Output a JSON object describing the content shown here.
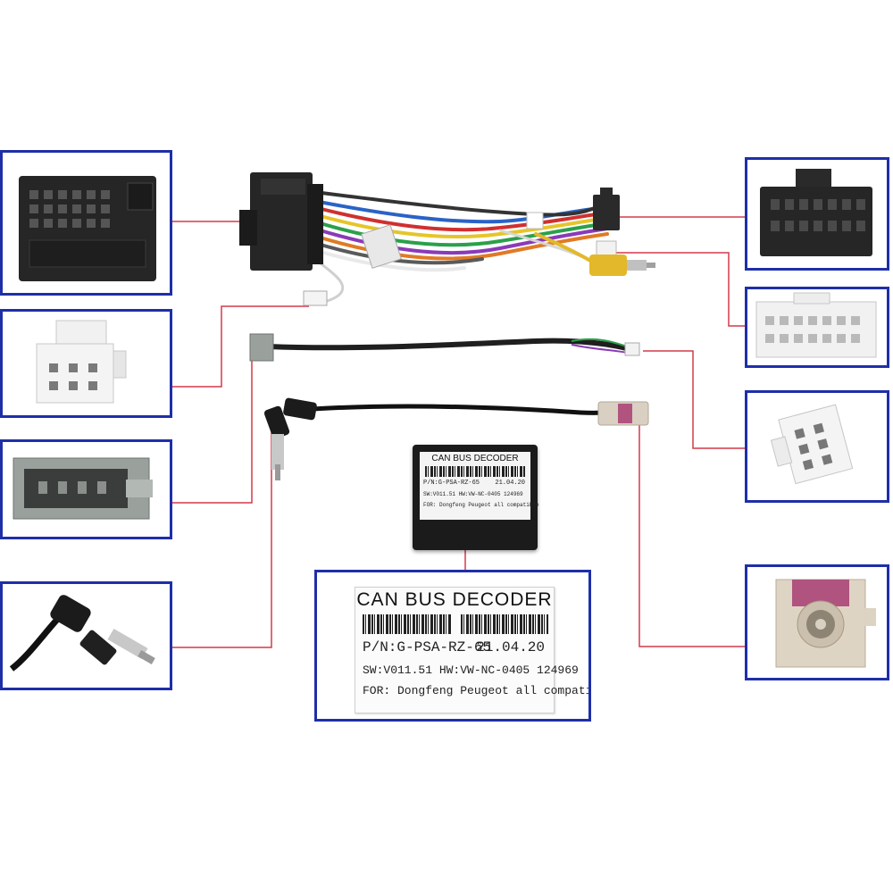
{
  "decoder_small": {
    "title": "CAN BUS DECODER",
    "pn": "P/N:G-PSA-RZ-65",
    "date": "21.04.20",
    "sw": "SW:V011.51 HW:VW-NC-0405 124969",
    "for": "FOR: Dongfeng Peugeot all compatible"
  },
  "decoder_label": {
    "title": "CAN BUS DECODER",
    "pn": "P/N:G-PSA-RZ-65",
    "date": "21.04.20",
    "sw": "SW:V011.51 HW:VW-NC-0405 124969",
    "for": "FOR: Dongfeng Peugeot all compatible"
  },
  "colors": {
    "frame": "#1e2fa8",
    "leader_line": "#d23a4a",
    "connector_black": "#262626",
    "connector_white": "#f1f1f1",
    "connector_grey": "#9aa19c",
    "fakra_pink": "#b0537f",
    "rca_yellow": "#e3b82a"
  }
}
